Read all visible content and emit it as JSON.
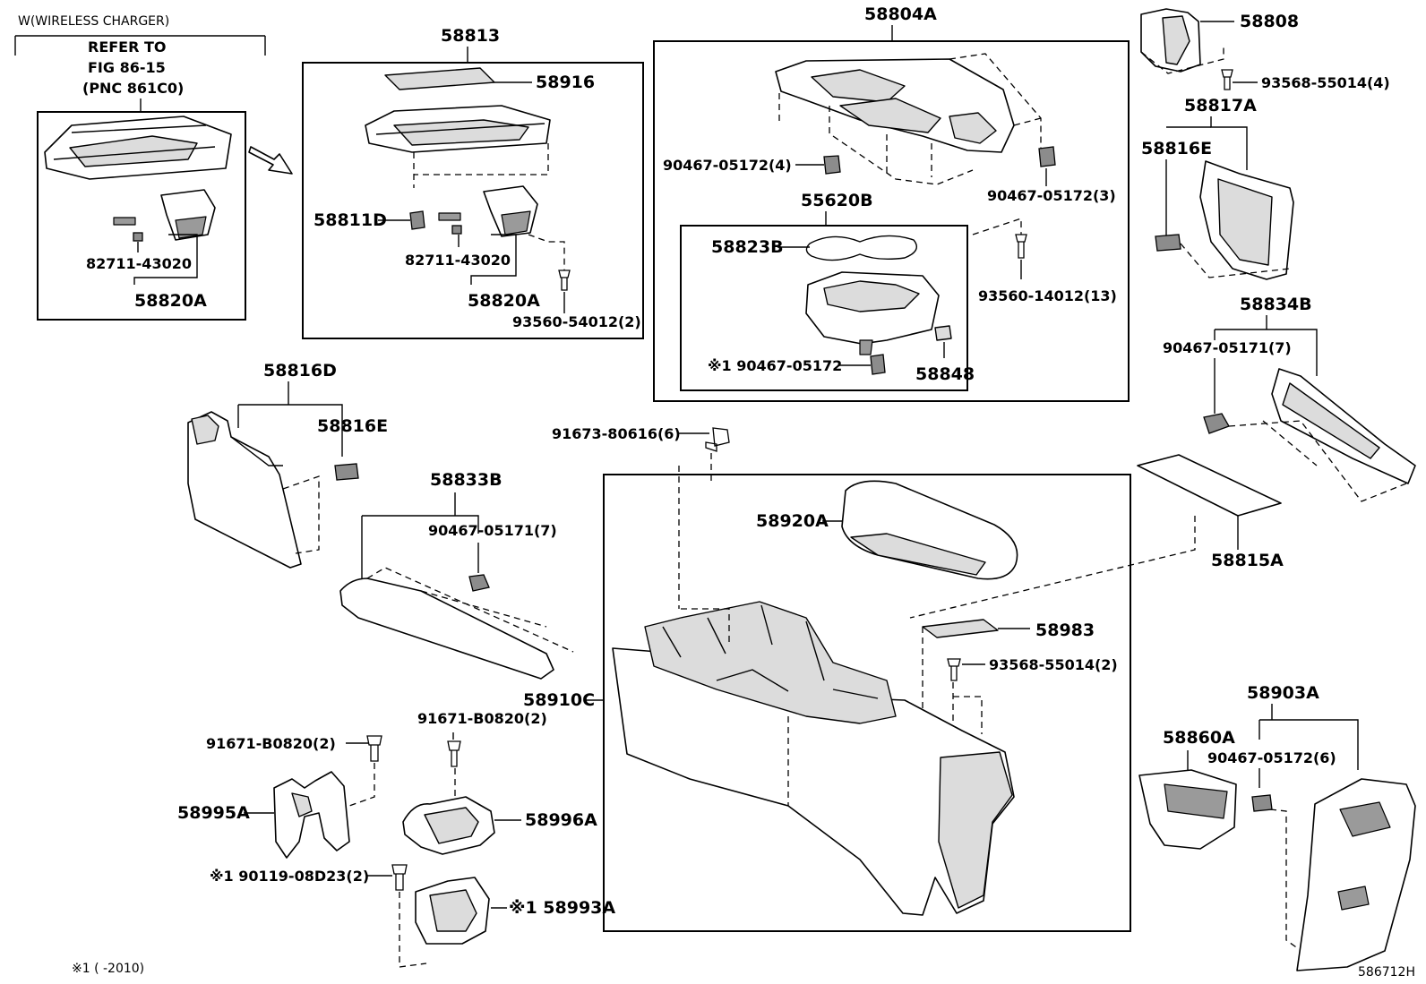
{
  "header": {
    "variant_label": "W(WIRELESS CHARGER)",
    "refer_line1": "REFER TO",
    "refer_line2": "FIG 86-15",
    "refer_line3": "(PNC 861C0)"
  },
  "footnote": "※1 (      -2010)",
  "figure_code": "586712H",
  "parts": {
    "p58808": "58808",
    "p93568_55014_4": "93568-55014(4)",
    "p58817A": "58817A",
    "p58816E_top": "58816E",
    "p58804A": "58804A",
    "p90467_05172_4": "90467-05172(4)",
    "p90467_05172_3": "90467-05172(3)",
    "p55620B": "55620B",
    "p58823B": "58823B",
    "p93560_14012_13": "93560-14012(13)",
    "p90467_05172_x1": "※1 90467-05172",
    "p58848": "58848",
    "p58813": "58813",
    "p58916": "58916",
    "p58811D": "58811D",
    "p82711_43020_a": "82711-43020",
    "p58820A_a": "58820A",
    "p82711_43020_b": "82711-43020",
    "p58820A_b": "58820A",
    "p93560_54012_2": "93560-54012(2)",
    "p58834B": "58834B",
    "p90467_05171_7_a": "90467-05171(7)",
    "p58815A": "58815A",
    "p58816D": "58816D",
    "p58816E_mid": "58816E",
    "p58833B": "58833B",
    "p90467_05171_7_b": "90467-05171(7)",
    "p91673_80616_6": "91673-80616(6)",
    "p58920A": "58920A",
    "p58983": "58983",
    "p93568_55014_2": "93568-55014(2)",
    "p58910C": "58910C",
    "p91671_B0820_2_a": "91671-B0820(2)",
    "p91671_B0820_2_b": "91671-B0820(2)",
    "p58995A": "58995A",
    "p58996A": "58996A",
    "p90119_08D23_2": "※1 90119-08D23(2)",
    "p58993A": "※1 58993A",
    "p58903A": "58903A",
    "p58860A": "58860A",
    "p90467_05172_6": "90467-05172(6)"
  }
}
